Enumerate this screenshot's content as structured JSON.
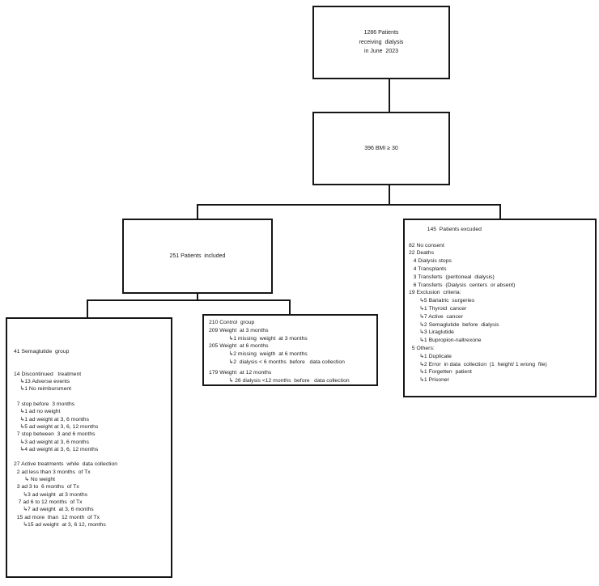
{
  "colors": {
    "border": "#161616",
    "text": "#1a1a1a",
    "background": "#ffffff"
  },
  "top_box": {
    "lines": [
      "1286 Patients",
      "receiving  dialysis",
      "in June  2023"
    ]
  },
  "bmi_box": {
    "text": "396 BMI ≥ 30"
  },
  "included_box": {
    "text": "251 Patients  included"
  },
  "excluded_box": {
    "lines": [
      "            145  Patients excuded",
      "",
      "82 No consent",
      "22 Deaths",
      "   4 Dialysis stops",
      "   4 Transplants",
      "   3 Transferts  (peritoneal  dialysis)",
      "   6 Transferts  (Dialysis  centers  or absent)",
      "19 Exclusion  criteria:",
      "       ↳5 Bariatric  surgeries",
      "       ↳1 Thyroid  cancer",
      "       ↳7 Active  cancer",
      "       ↳2 Semaglutide  before  dialysis",
      "       ↳3 Liraglutide",
      "       ↳1 Bupropion-naltrexone",
      "  5 Others:",
      "       ↳1 Duplicate",
      "       ↳2 Error  in data  collection  (1  height/ 1 wrong  file)",
      "       ↳1 Forgetten  patient",
      "       ↳1 Prisoner"
    ]
  },
  "semaglutide_box": {
    "lines": [
      "41 Semaglutide  group",
      "",
      "",
      "14 Discontinued   treatment",
      "    ↳13 Adverse events",
      "    ↳1 No reimbursment",
      "",
      "  7 stop before  3 months",
      "    ↳1 ad no weight",
      "    ↳1 ad weight at 3, 6 months",
      "    ↳5 ad weight at 3, 6, 12 months",
      "  7 stop between  3 and 6 months",
      "    ↳3 ad weight at 3, 6 months",
      "    ↳4 ad weight at 3, 6, 12 months",
      "",
      "27 Active treatments  while  data collection",
      "  2 ad less than 3 months  of Tx",
      "       ↳ No weight",
      "  3 ad 3 to  6 months  of Tx",
      "      ↳3 ad weight  at 3 months",
      "   7 ad 6 to 12 months  of Tx",
      "      ↳7 ad weight  at 3, 6 months",
      "  15 ad more  than  12 month  of Tx",
      "      ↳15 ad weight  at 3, 6 12, months"
    ]
  },
  "control_box": {
    "lines": [
      "210 Control  group",
      "209 Weight  at 3 months",
      "             ↳1 missing  weight  at 3 months",
      "205 Weight  at 6 months",
      "             ↳2 missing  weigth  at 6 months",
      "             ↳2  dialysis < 6 months  before   data collection",
      "",
      "179 Weight  at 12 months",
      "             ↳ 26 dialysis <12 months  before   data collection"
    ]
  }
}
